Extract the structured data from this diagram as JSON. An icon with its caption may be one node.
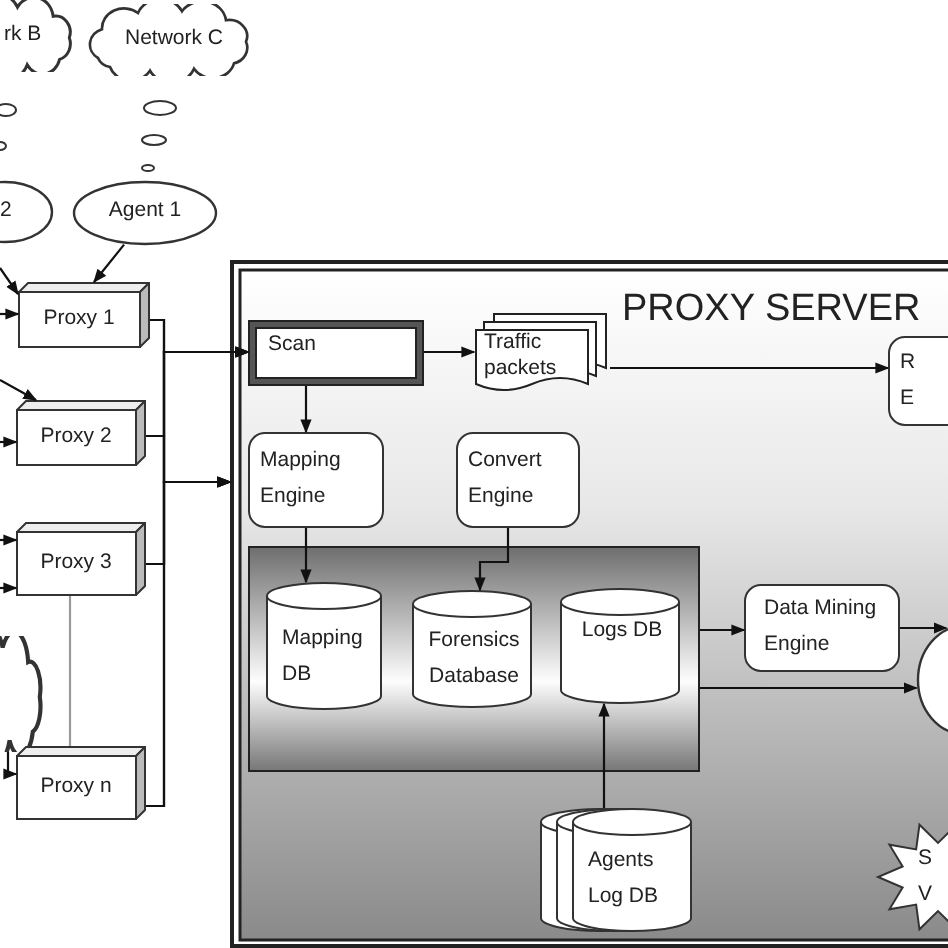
{
  "diagram": {
    "nodes": [
      {
        "text": [
          "rk B"
        ]
      },
      {
        "text": [
          "Network C"
        ]
      },
      {
        "text": [
          "2"
        ]
      },
      {
        "text": [
          "Agent 1"
        ]
      },
      {
        "text": [
          "Proxy 1"
        ]
      },
      {
        "text": [
          "Proxy 2"
        ]
      },
      {
        "text": [
          "Proxy 3"
        ]
      },
      {
        "text": [],
        "shape": "cloud"
      },
      {
        "text": [
          "Proxy n"
        ]
      },
      {
        "text": [
          "PROXY SERVER"
        ]
      },
      {
        "text": [
          "Scan"
        ],
        "in": 9
      },
      {
        "text": [
          "Traffic packets"
        ],
        "in": 9
      },
      {
        "text": [
          "R E"
        ],
        "in": 9
      },
      {
        "text": [
          "Mapping Engine"
        ],
        "in": 9
      },
      {
        "text": [
          "Convert Engine"
        ],
        "in": 9
      },
      {
        "text": [],
        "shape": "box",
        "in": 9
      },
      {
        "text": [
          "Mapping DB"
        ],
        "in": 15
      },
      {
        "text": [
          "Forensics Database"
        ],
        "in": 15
      },
      {
        "text": [
          "Logs DB"
        ],
        "in": 15
      },
      {
        "text": [
          "Data Mining Engine"
        ],
        "in": 9
      },
      {
        "text": [],
        "shape": "circle",
        "in": 9
      },
      {
        "text": [
          "Agents Log DB"
        ],
        "in": 9
      },
      {
        "text": [
          "S V"
        ],
        "in": 9
      }
    ],
    "edges": [
      {
        "from": null,
        "to": 4,
        "arrow": "to"
      },
      {
        "from": null,
        "to": 4,
        "arrow": "to"
      },
      {
        "from": 3,
        "to": 4,
        "arrow": "to"
      },
      {
        "from": null,
        "to": 5,
        "arrow": "to"
      },
      {
        "from": null,
        "to": 5,
        "arrow": "to"
      },
      {
        "from": null,
        "to": 6,
        "arrow": "to"
      },
      {
        "from": null,
        "to": 6,
        "arrow": "to"
      },
      {
        "from": 7,
        "to": 8,
        "arrow": "to"
      },
      {
        "from": 6,
        "to": 8,
        "arrow": "none",
        "color": "#9a9a9a"
      },
      {
        "from": 4,
        "to": 10,
        "arrow": "to"
      },
      {
        "from": 5,
        "to": 10,
        "arrow": "to"
      },
      {
        "from": 6,
        "to": 10,
        "arrow": "to"
      },
      {
        "from": 8,
        "to": 10,
        "arrow": "to"
      },
      {
        "from": 4,
        "to": 9,
        "arrow": "to"
      },
      {
        "from": 5,
        "to": 9,
        "arrow": "to"
      },
      {
        "from": 6,
        "to": 9,
        "arrow": "to"
      },
      {
        "from": 8,
        "to": 9,
        "arrow": "to"
      },
      {
        "from": 10,
        "to": 11,
        "arrow": "to"
      },
      {
        "from": 11,
        "to": 12,
        "arrow": "to"
      },
      {
        "from": 10,
        "to": 13,
        "arrow": "to"
      },
      {
        "from": 13,
        "to": 16,
        "arrow": "to"
      },
      {
        "from": 14,
        "to": 17,
        "arrow": "to"
      },
      {
        "from": 21,
        "to": 18,
        "arrow": "to"
      },
      {
        "from": 15,
        "to": 19,
        "arrow": "to"
      },
      {
        "from": 19,
        "to": 20,
        "arrow": "to"
      },
      {
        "from": 15,
        "to": 20,
        "arrow": "to"
      }
    ]
  }
}
